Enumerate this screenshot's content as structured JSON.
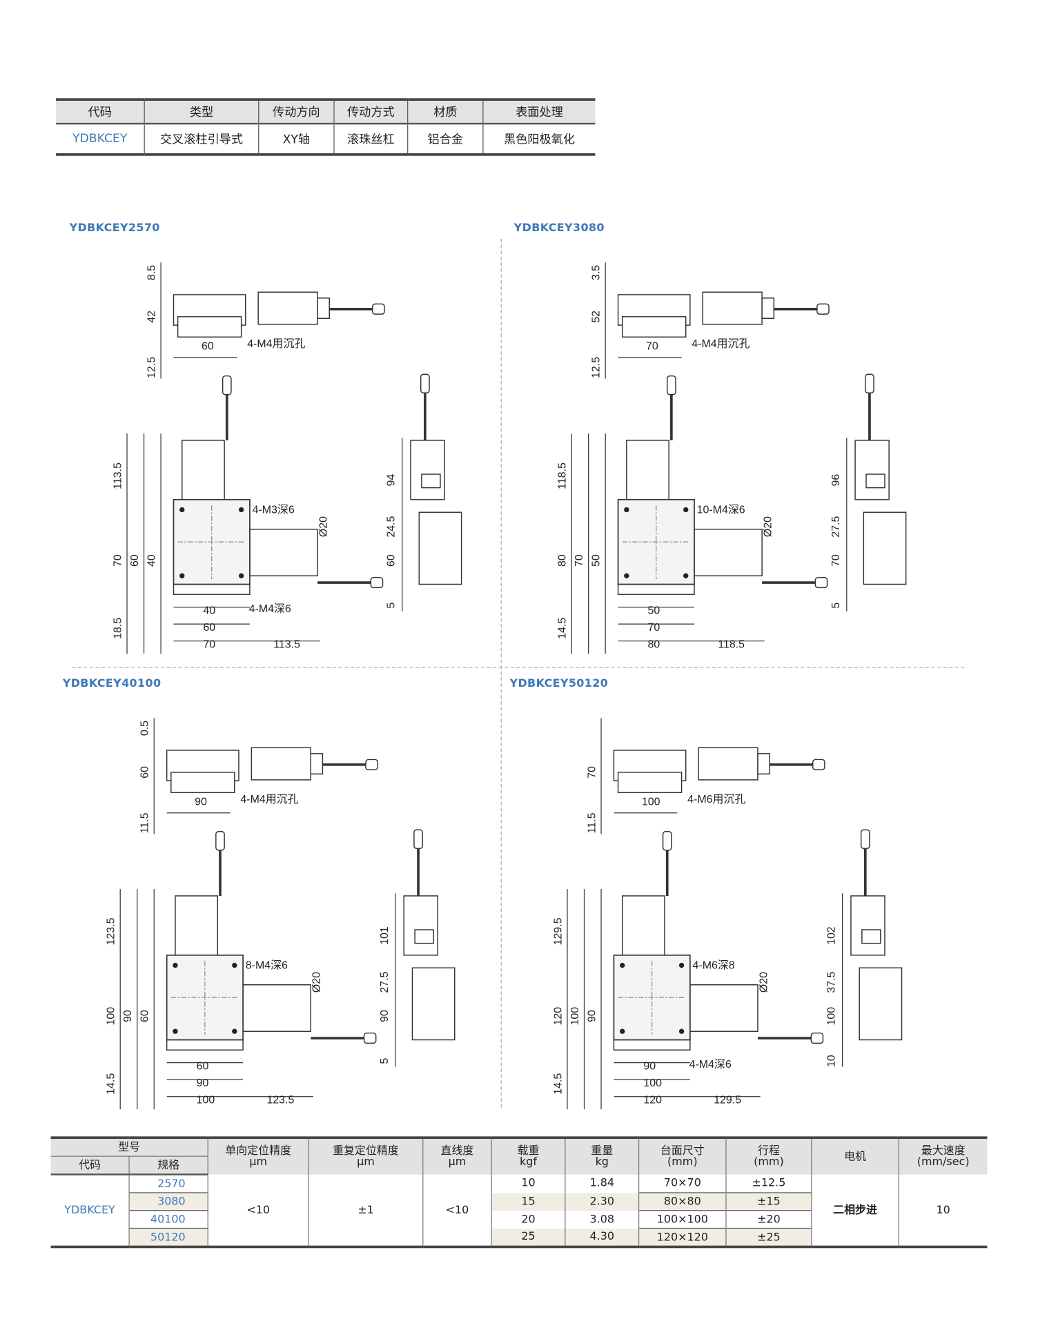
{
  "spec_table": {
    "headers": [
      "代码",
      "类型",
      "传动方向",
      "传动方式",
      "材质",
      "表面处理"
    ],
    "values": [
      "YDBKCEY",
      "交叉滚柱引导式",
      "XY轴",
      "滚珠丝杠",
      "铝合金",
      "黑色阳极氧化"
    ]
  },
  "panels": [
    {
      "title": "YDBKCEY2570",
      "top": {
        "h1": "8.5",
        "h2": "42",
        "h3": "12.5",
        "w": "60",
        "hole": "4-M4用沉孔"
      },
      "plan": {
        "h": "113.5",
        "a": "70",
        "b": "60",
        "c": "40",
        "tap": "4-M3深6",
        "dia": "Ø20",
        "tap2": "4-M4深6",
        "bot": "18.5",
        "w1": "40",
        "w2": "60",
        "w3": "70",
        "r": "113.5"
      },
      "side": {
        "h1": "94",
        "h2": "24.5",
        "h3": "60",
        "h4": "5"
      }
    },
    {
      "title": "YDBKCEY3080",
      "top": {
        "h1": "3.5",
        "h2": "52",
        "h3": "12.5",
        "w": "70",
        "hole": "4-M4用沉孔"
      },
      "plan": {
        "h": "118.5",
        "a": "80",
        "b": "70",
        "c": "50",
        "tap": "10-M4深6",
        "dia": "Ø20",
        "bot": "14.5",
        "w1": "50",
        "w2": "70",
        "w3": "80",
        "r": "118.5"
      },
      "side": {
        "h1": "96",
        "h2": "27.5",
        "h3": "70",
        "h4": "5"
      }
    },
    {
      "title": "YDBKCEY40100",
      "top": {
        "h1": "0.5",
        "h2": "60",
        "h3": "11.5",
        "w": "90",
        "hole": "4-M4用沉孔"
      },
      "plan": {
        "h": "123.5",
        "a": "100",
        "b": "90",
        "c": "60",
        "tap": "8-M4深6",
        "dia": "Ø20",
        "bot": "14.5",
        "w1": "60",
        "w2": "90",
        "w3": "100",
        "r": "123.5"
      },
      "side": {
        "h1": "101",
        "h2": "27.5",
        "h3": "90",
        "h4": "5"
      }
    },
    {
      "title": "YDBKCEY50120",
      "top": {
        "h2": "70",
        "h3": "11.5",
        "w": "100",
        "hole": "4-M6用沉孔"
      },
      "plan": {
        "h": "129.5",
        "a": "120",
        "b": "100",
        "c": "90",
        "tap": "4-M6深8",
        "dia": "Ø20",
        "tap2": "4-M4深6",
        "bot": "14.5",
        "w1": "90",
        "w2": "100",
        "w3": "120",
        "r": "129.5"
      },
      "side": {
        "h1": "102",
        "h2": "37.5",
        "h3": "100",
        "h4": "10"
      }
    }
  ],
  "model_table": {
    "group_header": "型号",
    "sub_headers": [
      "代码",
      "规格"
    ],
    "headers": [
      [
        "单向定位精度",
        "μm"
      ],
      [
        "重复定位精度",
        "μm"
      ],
      [
        "直线度",
        "μm"
      ],
      [
        "载重",
        "kgf"
      ],
      [
        "重量",
        "kg"
      ],
      [
        "台面尺寸",
        "(mm)"
      ],
      [
        "行程",
        "(mm)"
      ],
      [
        "电机",
        ""
      ],
      [
        "最大速度",
        "(mm/sec)"
      ]
    ],
    "code": "YDBKCEY",
    "one_way": "<10",
    "repeat": "±1",
    "straight": "<10",
    "motor": "二相步进",
    "speed": "10",
    "rows": [
      {
        "spec": "2570",
        "load": "10",
        "weight": "1.84",
        "table": "70×70",
        "stroke": "±12.5"
      },
      {
        "spec": "3080",
        "load": "15",
        "weight": "2.30",
        "table": "80×80",
        "stroke": "±15"
      },
      {
        "spec": "40100",
        "load": "20",
        "weight": "3.08",
        "table": "100×100",
        "stroke": "±20"
      },
      {
        "spec": "50120",
        "load": "25",
        "weight": "4.30",
        "table": "120×120",
        "stroke": "±25"
      }
    ]
  }
}
